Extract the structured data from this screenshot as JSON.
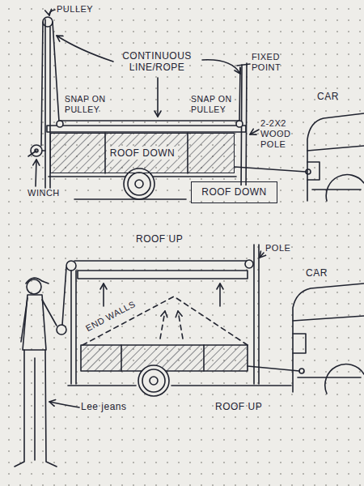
{
  "diagram": {
    "nodes": [
      {
        "text": [
          "ROOF DOWN"
        ]
      },
      {
        "text": [
          "ROOF DOWN"
        ]
      }
    ],
    "labels": [
      "PULLEY",
      "CONTINUOUS LINE/ROPE",
      "FIXED POINT",
      "CAR",
      "SNAP ON PULLEY",
      "SNAP ON PULLEY",
      "2-2X2 WOOD POLE",
      "WINCH",
      "ROOF UP",
      "POLE",
      "CAR",
      "END WALLS",
      "Lee jeans",
      "ROOF UP"
    ]
  }
}
